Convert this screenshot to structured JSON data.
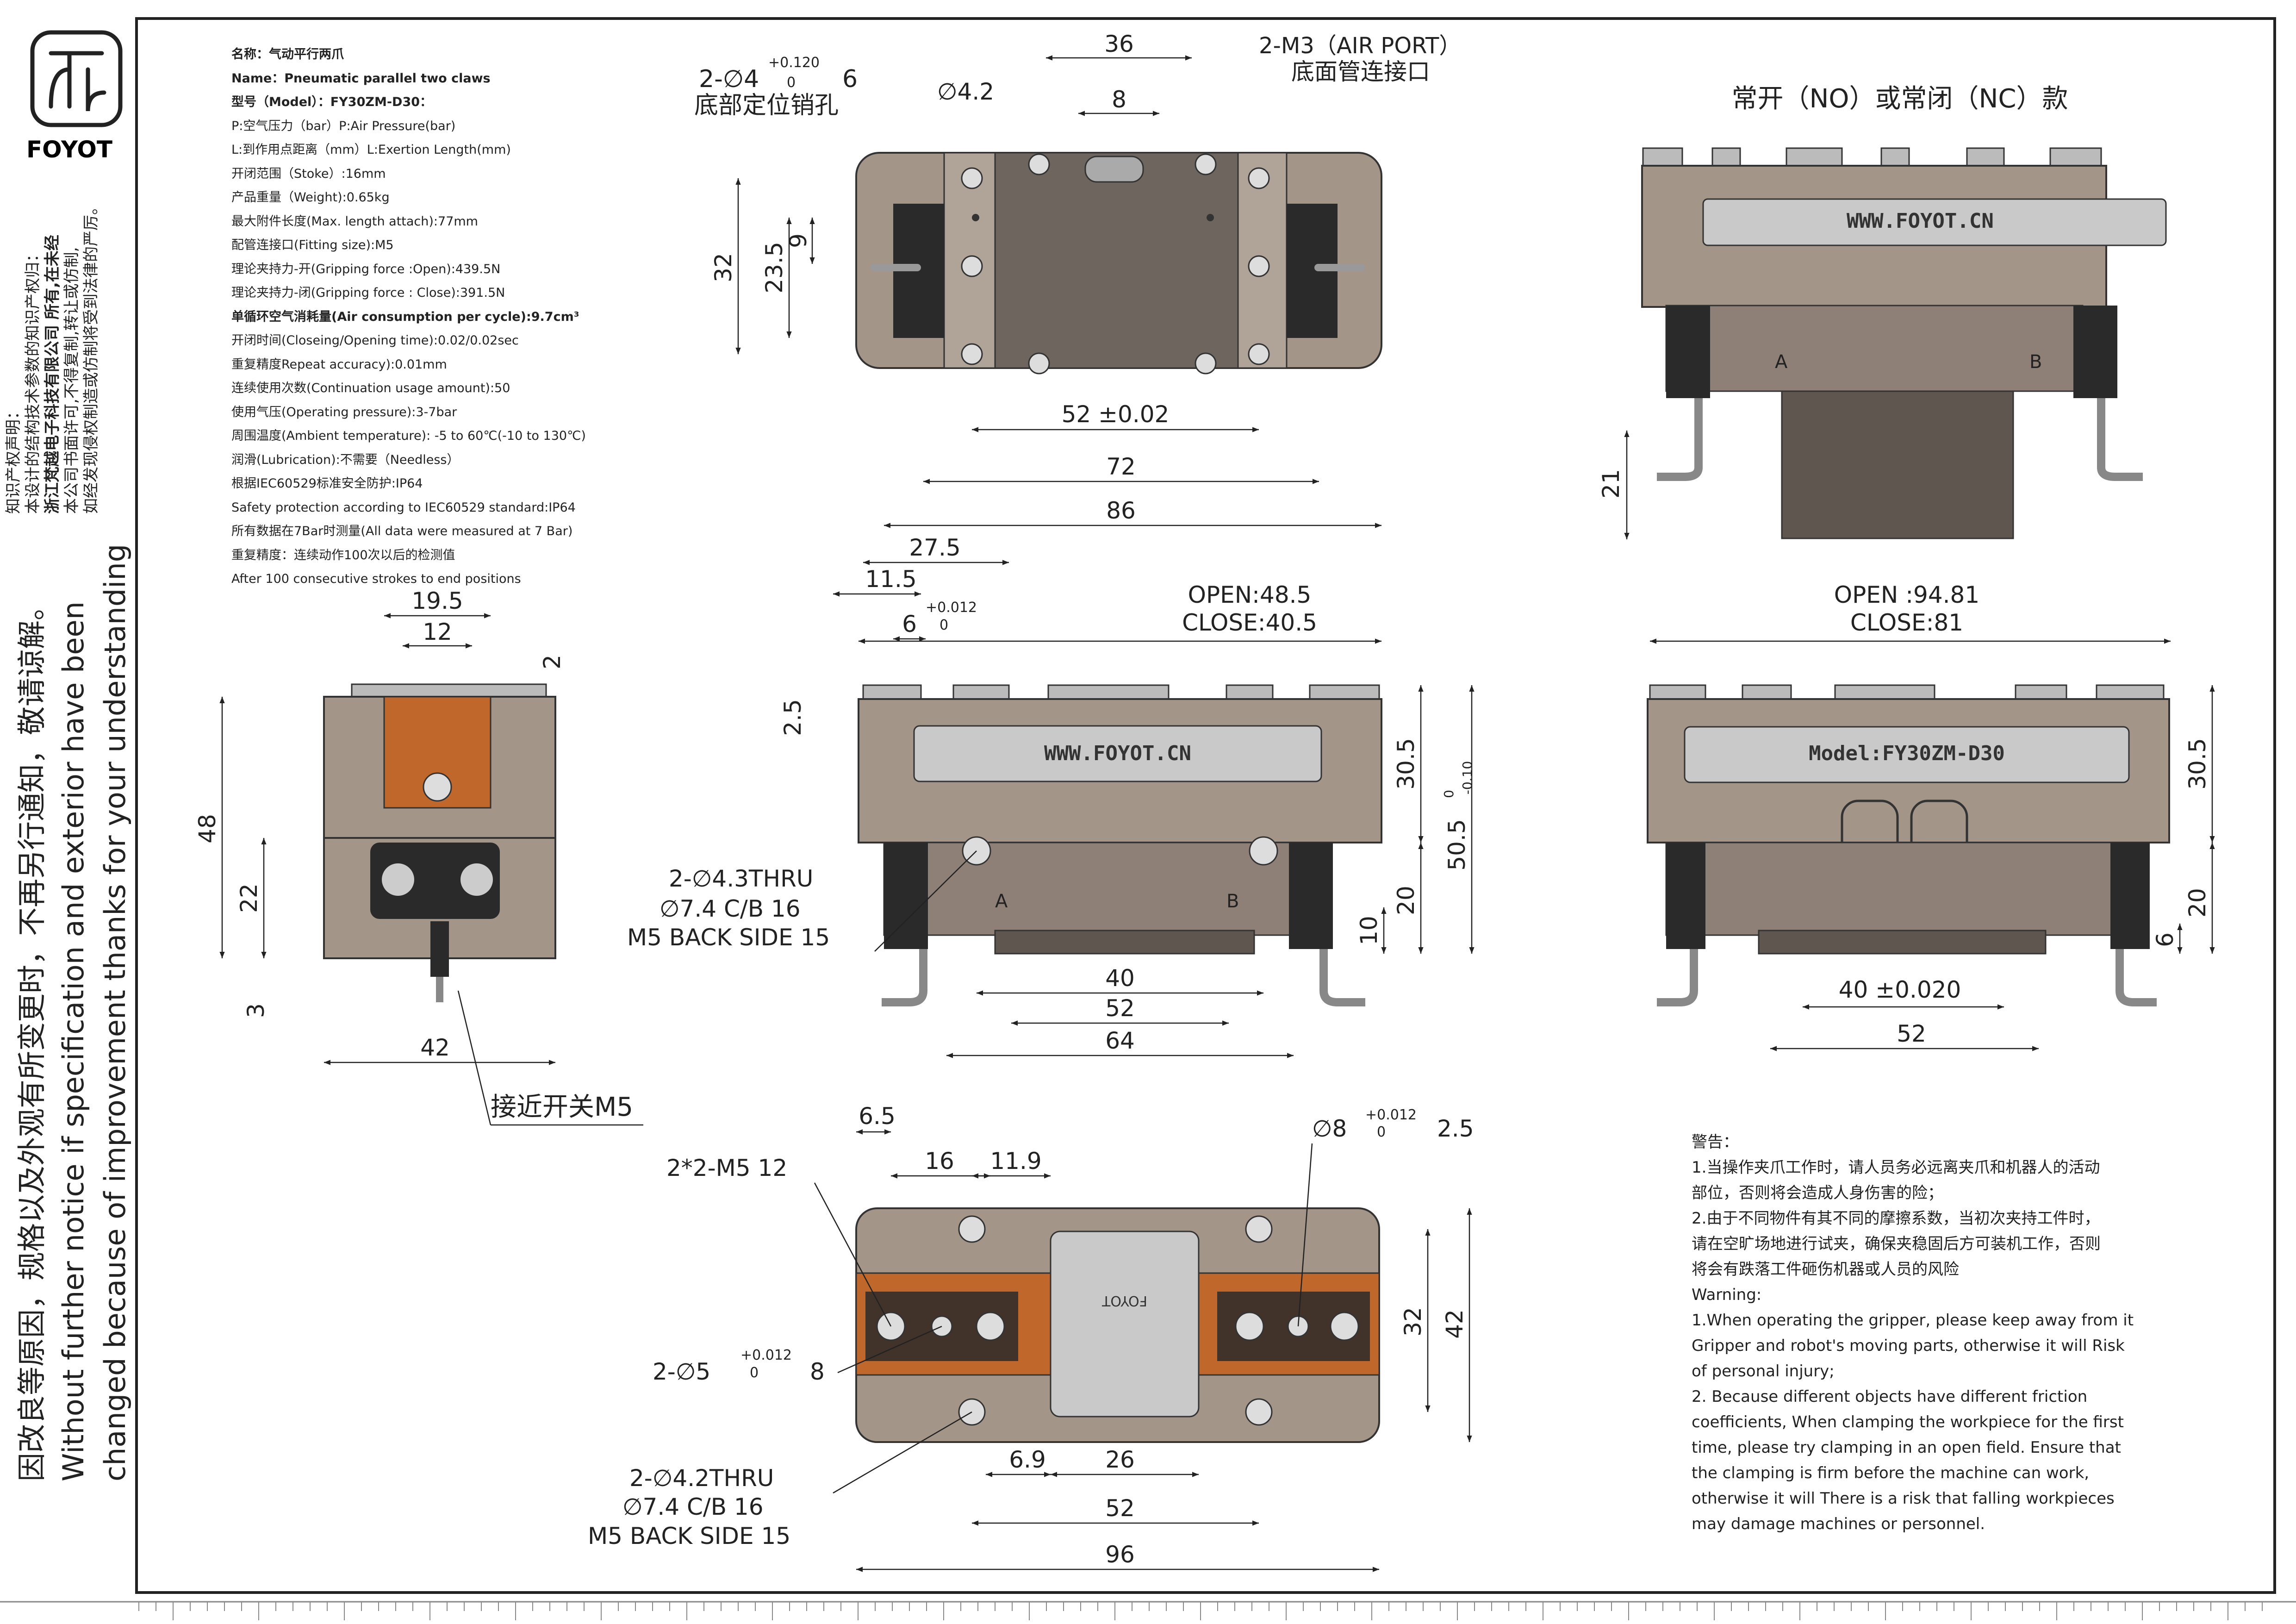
{
  "brand": {
    "name": "FOYOT"
  },
  "specs": [
    "名称：气动平行两爪",
    "Name：Pneumatic parallel two claws",
    "型号（Model）：FY30ZM-D30：",
    "P:空气压力（bar）P:Air Pressure(bar)",
    "L:到作用点距离（mm）L:Exertion Length(mm)",
    "开闭范围（Stoke）:16mm",
    "产品重量（Weight):0.65kg",
    "最大附件长度(Max. length attach):77mm",
    "配管连接口(Fitting size):M5",
    "理论夹持力-开(Gripping force :Open):439.5N",
    "理论夹持力-闭(Gripping force : Close):391.5N",
    "单循环空气消耗量(Air consumption per cycle):9.7cm³",
    "开闭时间(Closeing/Opening time):0.02/0.02sec",
    "重复精度Repeat accuracy):0.01mm",
    "连续使用次数(Continuation usage amount):50",
    "使用气压(Operating pressure):3-7bar",
    "周围温度(Ambient temperature): -5 to 60℃(-10 to 130℃)",
    "润滑(Lubrication):不需要（Needless）",
    "根据IEC60529标准安全防护:IP64",
    "Safety protection according to IEC60529 standard:IP64",
    "所有数据在7Bar时测量(All data were measured at 7 Bar)",
    "重复精度：连续动作100次以后的检测值",
    "After 100 consecutive strokes to end positions"
  ],
  "side_notice": {
    "cn": "因改良等原因，规格以及外观有所变更时，不再另行通知，敬请谅解。",
    "en1": "Without further notice if specification and exterior have been",
    "en2": "changed because of improvement thanks for your understanding"
  },
  "copyright": {
    "l1": "知识产权声明：",
    "l2": "本设计的结构技术参数的知识产权归：",
    "l3": "浙江梵越电子科技有限公司 所有,在未经",
    "l4": "本公司书面许可,不得复制,转让或仿制,",
    "l5": "如经发现侵权制造或仿制将受到法律的严厉。"
  },
  "heading_no_nc": "常开（NO）或常闭（NC）款",
  "labels": {
    "www": "WWW.FOYOT.CN",
    "model": "Model:FY30ZM-D30",
    "port_a": "A",
    "port_b": "B",
    "proximity": "接近开关M5"
  },
  "top_view": {
    "d36": "36",
    "m3": "2-M3（AIR PORT）",
    "m3_cn": "底面管连接口",
    "pin": "2-∅4",
    "pin_tol_up": "+0.120",
    "pin_tol_lo": "0",
    "pin_depth": "6",
    "pin_cn": "底部定位销孔",
    "d42": "∅4.2",
    "d8": "8",
    "d32": "32",
    "d235": "23.5",
    "d9": "9",
    "d52": "52  ±0.02",
    "d72": "72",
    "d86": "86"
  },
  "right_top_view": {
    "d21": "21"
  },
  "front_view": {
    "d275": "27.5",
    "d115": "11.5",
    "d6": "6",
    "tol_up": "+0.012",
    "tol_lo": "0",
    "open": "OPEN:48.5",
    "close": "CLOSE:40.5",
    "d25": "2.5",
    "d305": "30.5",
    "d505": "50.5",
    "d505_tu": "0",
    "d505_tl": "-0.10",
    "d20": "20",
    "d10": "10",
    "thru1": "2-∅4.3THRU",
    "thru2": "∅7.4  C/B  16",
    "thru3": "M5  BACK SIDE  15",
    "d40": "40",
    "d52": "52",
    "d64": "64"
  },
  "side_view": {
    "d195": "19.5",
    "d12": "12",
    "d2": "2",
    "d48": "48",
    "d22": "22",
    "d3": "3",
    "d42": "42"
  },
  "back_view": {
    "open": "OPEN  :94.81",
    "close": "CLOSE:81",
    "d305": "30.5",
    "d20": "20",
    "d6": "6",
    "d40": "40  ±0.020",
    "d52": "52"
  },
  "bottom_view": {
    "d65": "6.5",
    "d16": "16",
    "d119": "11.9",
    "m5": "2*2-M5  12",
    "d8": "∅8",
    "d8_tu": "+0.012",
    "d8_tl": "0",
    "d8_depth": "2.5",
    "d5": "2-∅5",
    "d5_tu": "+0.012",
    "d5_tl": "0",
    "d5_depth": "8",
    "d32": "32",
    "d42": "42",
    "thru1": "2-∅4.2THRU",
    "thru2": "∅7.4  C/B  16",
    "thru3": "M5  BACK SIDE  15",
    "d69": "6.9",
    "d26": "26",
    "d52": "52",
    "d96": "96"
  },
  "warning": [
    "警告：",
    "1.当操作夹爪工作时，请人员务必远离夹爪和机器人的活动",
    "部位，否则将会造成人身伤害的险；",
    "2.由于不同物件有其不同的摩擦系数，当初次夹持工件时，",
    "请在空旷场地进行试夹，确保夹稳固后方可装机工作，否则",
    "将会有跌落工件砸伤机器或人员的风险",
    "Warning:",
    "1.When operating the gripper, please keep away from it",
    "Gripper and robot's moving parts, otherwise it will Risk",
    "of personal injury;",
    "2. Because different objects have different friction",
    "coefficients, When clamping the workpiece for the first",
    "time, please try clamping in an open field. Ensure that",
    "the clamping is firm before the machine can work,",
    "otherwise it will There is a risk that falling workpieces",
    "may damage machines or personnel."
  ],
  "colors": {
    "body": "#a39588",
    "body_dark": "#5f5650",
    "copper": "#c0682c",
    "plate": "#c9c9c9"
  }
}
